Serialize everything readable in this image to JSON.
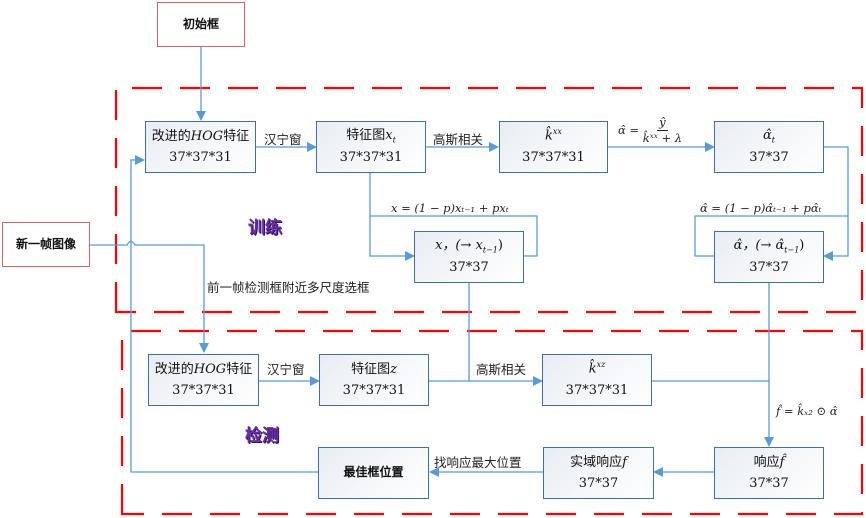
{
  "colors": {
    "dashed_region": "#ff0000",
    "arrow": "#5b9bd5",
    "box_border": "#41719c",
    "start_box_border": "#d0666a",
    "section_label": "#6a2fa0"
  },
  "inputs": {
    "initial_box": "初始框",
    "new_frame": "新一帧图像"
  },
  "sections": {
    "training": "训练",
    "detection": "检测"
  },
  "training": {
    "hog": {
      "title_pre": "改进的",
      "title_em": "HOG",
      "title_post": "特征",
      "size": "37*37*31"
    },
    "feature_map": {
      "title": "特征图",
      "var": "x",
      "sub": "t",
      "size": "37*37*31"
    },
    "kernel": {
      "title": "k̂",
      "sup": "xx",
      "size": "37*37*31"
    },
    "alpha_t": {
      "title": "α̂",
      "sub": "t",
      "size": "37*37"
    },
    "x_model": {
      "title": "x，(→ x",
      "sub": "t−1",
      "close": ")",
      "size": "37*37"
    },
    "alpha_model": {
      "title": "α̂，(→ α̂",
      "sub": "t−1",
      "close": ")",
      "size": "37*37"
    },
    "edge_hanning": "汉宁窗",
    "edge_gaussian": "高斯相关",
    "eq_alpha_lhs": "α̂ =",
    "eq_alpha_num": "ŷ",
    "eq_alpha_den": "k̂ˣˣ + λ",
    "eq_x_update": "x = (1 − p)xₜ₋₁ + pxₜ",
    "eq_alpha_update": "α̂ = (1 − p)α̂ₜ₋₁ + pα̂ₜ"
  },
  "multiscale_label": "前一帧检测框附近多尺度选框",
  "detection": {
    "hog": {
      "title_pre": "改进的",
      "title_em": "HOG",
      "title_post": "特征",
      "size": "37*37*31"
    },
    "feature_map": {
      "title": "特征图",
      "var": "z",
      "size": "37*37*31"
    },
    "kernel": {
      "title": "k̂",
      "sup": "xz",
      "size": "37*37*31"
    },
    "response_hat": {
      "title": "响应",
      "var": "f̂",
      "size": "37*37"
    },
    "response_real": {
      "title": "实域响应",
      "var": "f",
      "size": "37*37"
    },
    "best_box": "最佳框位置",
    "edge_hanning": "汉宁窗",
    "edge_gaussian": "高斯相关",
    "edge_find_max": "找响应最大位置",
    "eq_response": "f̂ = k̂ₓ₂ ⊙ α̂"
  }
}
